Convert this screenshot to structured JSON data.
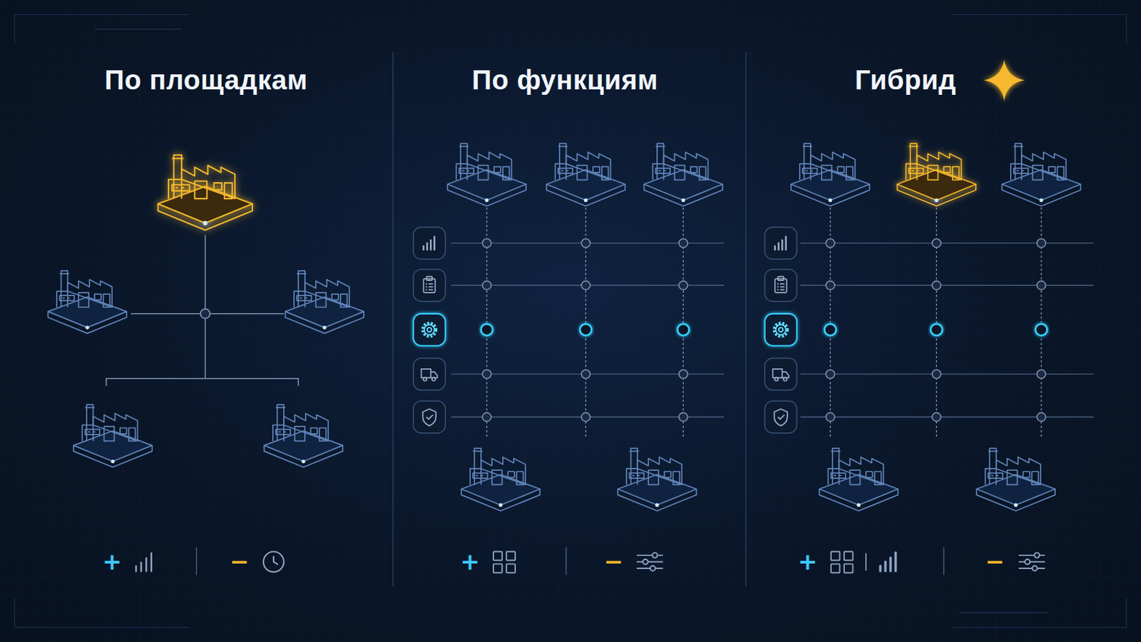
{
  "diagram": {
    "nodes": [
      {
        "text": [
          "По площадкам"
        ]
      },
      {
        "text": [
          "По функциям"
        ]
      },
      {
        "text": [
          "Гибрид"
        ]
      }
    ],
    "labels": [
      "+",
      "−",
      "+",
      "−",
      "+",
      "−"
    ]
  }
}
